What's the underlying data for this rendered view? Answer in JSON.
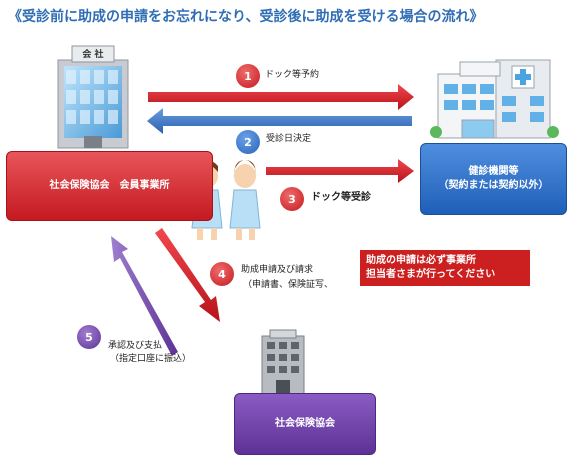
{
  "title": "《受診前に助成の申請をお忘れになり、受診後に助成を受ける場合の流れ》",
  "boxes": {
    "kyokai": "社会保険協会　会員事業所",
    "kenshin_line1": "健診機関等",
    "kenshin_line2": "（契約または契約以外）",
    "shaho": "社会保険協会"
  },
  "building_sign": "会 社",
  "steps": [
    {
      "num": "1",
      "label": "ドック等予約"
    },
    {
      "num": "2",
      "label": "受診日決定"
    },
    {
      "num": "3",
      "label": "ドック等受診"
    },
    {
      "num": "4",
      "label_line1": "助成申請及び請求",
      "label_line2": "（申請書、保険証写、"
    },
    {
      "num": "5",
      "label_line1": "承認及び支払",
      "label_line2": "（指定口座に振込）"
    }
  ],
  "note": {
    "line1": "助成の申請は必ず事業所",
    "line2": "担当者さまが行ってください"
  },
  "colors": {
    "red_arrow": "#d4161c",
    "blue_arrow": "#2f6db5",
    "purple_arrow": "#6e4aa6",
    "title": "#2f6db5"
  }
}
